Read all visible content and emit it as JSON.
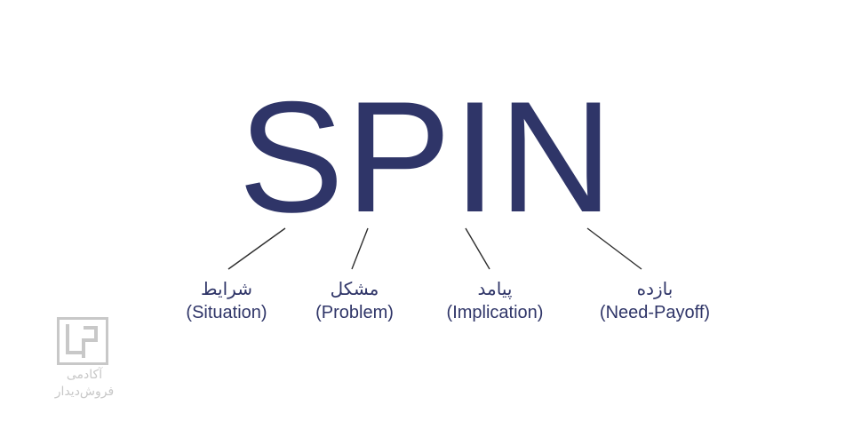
{
  "title": "SPIN",
  "items": [
    {
      "fa": "شرایط",
      "en": "(Situation)"
    },
    {
      "fa": "مشکل",
      "en": "(Problem)"
    },
    {
      "fa": "پیامد",
      "en": "(Implication)"
    },
    {
      "fa": "بازده",
      "en": "(Need-Payoff)"
    }
  ],
  "logo": {
    "line1": "آکادمی",
    "line2": "فروش‌دیدار"
  },
  "colors": {
    "primary": "#2f3568",
    "connector": "#2e2e2e",
    "logo": "#c8c8c8"
  }
}
